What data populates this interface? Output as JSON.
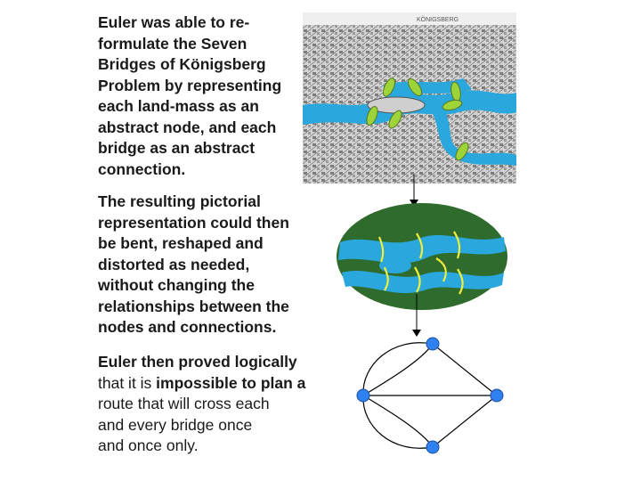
{
  "paragraph_1": {
    "lines": [
      "Euler was able to re-",
      "formulate the Seven",
      "Bridges of Königsberg",
      "Problem by representing",
      "each land-mass as an",
      "abstract node, and each",
      "bridge as an abstract",
      "connection."
    ]
  },
  "paragraph_2": {
    "lines": [
      "The resulting pictorial",
      "representation could then",
      "be bent, reshaped and",
      "distorted as needed,",
      "without changing the",
      "relationships between the",
      "nodes and connections."
    ]
  },
  "paragraph_3": {
    "lines": [
      "Euler then proved logically",
      "that it is ",
      "impossible to plan a",
      "route that will cross each",
      "and every bridge once",
      "and once only",
      "."
    ]
  },
  "map_caption": "KÖNIGSBERG",
  "colors": {
    "river": "#1f9fd6",
    "island_green": "#2f6b2c",
    "bridge_yellow": "#f0ee3a",
    "node_blue": "#2f80f0",
    "map_gray": "#9a9a9a"
  }
}
